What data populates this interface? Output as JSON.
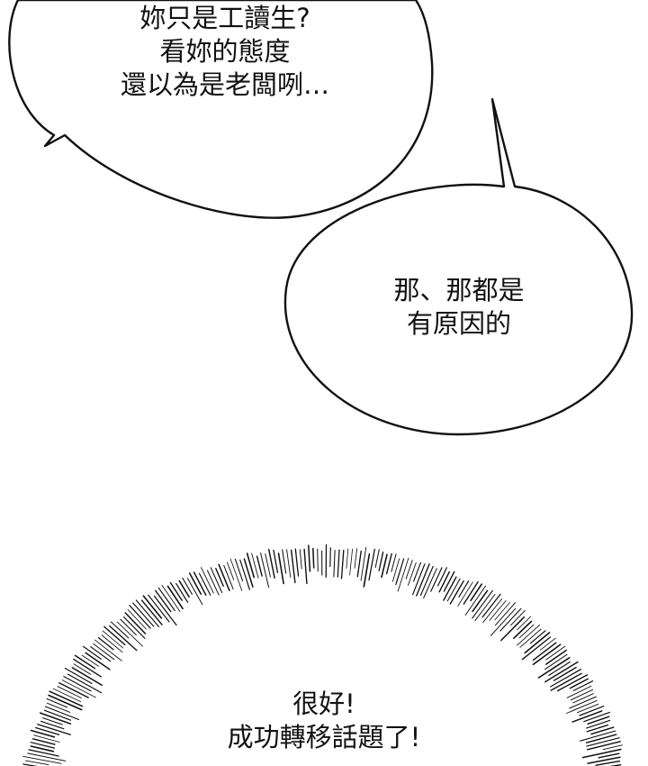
{
  "panel": {
    "background_color": "#ffffff",
    "ink_color": "#111111"
  },
  "bubbles": {
    "top": {
      "lines": [
        "妳只是工讀生?",
        "看妳的態度",
        "還以為是老闆咧…"
      ]
    },
    "middle": {
      "lines": [
        "那、那都是",
        "有原因的"
      ]
    },
    "bottom": {
      "lines": [
        "很好!",
        "成功轉移話題了!"
      ]
    }
  }
}
